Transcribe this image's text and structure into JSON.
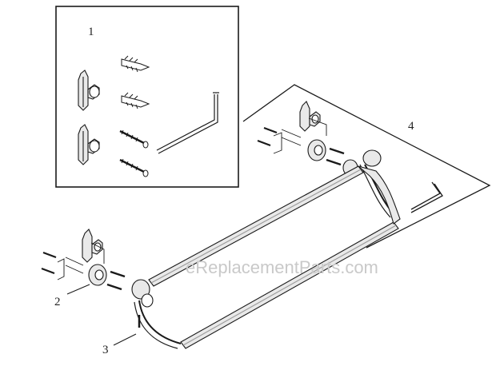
{
  "diagram": {
    "callouts": [
      {
        "id": "1",
        "label": "1"
      },
      {
        "id": "2",
        "label": "2"
      },
      {
        "id": "3",
        "label": "3"
      },
      {
        "id": "4",
        "label": "4"
      }
    ],
    "watermark": "eReplacementParts.com",
    "colors": {
      "line": "#1a1a1a",
      "metal": "#e9e9e9",
      "metal_dark": "#9a9a9a",
      "watermark": "#c9c9c9"
    }
  }
}
